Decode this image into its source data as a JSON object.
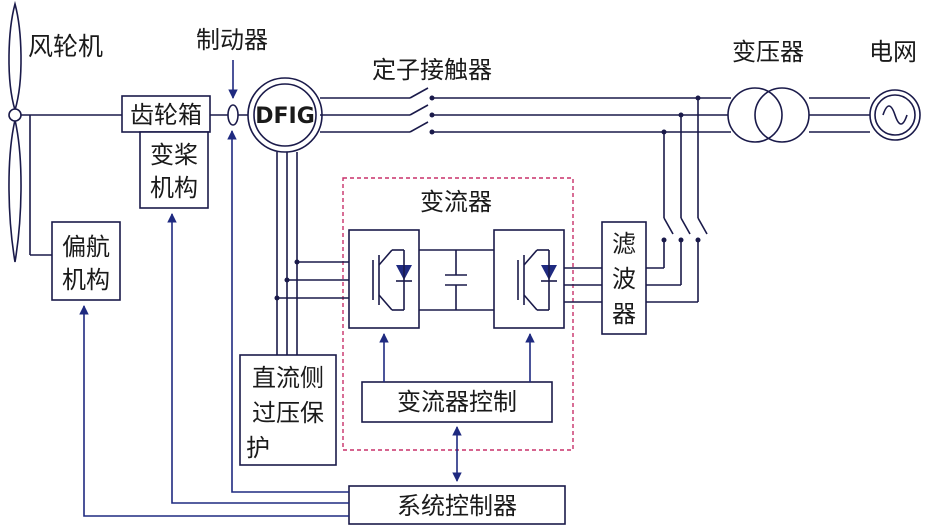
{
  "labels": {
    "wind_turbine": "风轮机",
    "gearbox": "齿轮箱",
    "brake": "制动器",
    "generator": "DFIG",
    "stator_contactor": "定子接触器",
    "transformer": "变压器",
    "grid": "电网",
    "pitch_mechanism_l1": "变桨",
    "pitch_mechanism_l2": "机构",
    "yaw_mechanism_l1": "偏航",
    "yaw_mechanism_l2": "机构",
    "converter": "变流器",
    "filter_l1": "滤",
    "filter_l2": "波",
    "filter_l3": "器",
    "dc_protection_l1": "直流侧",
    "dc_protection_l2": "过压保",
    "dc_protection_l3": "护",
    "converter_control": "变流器控制",
    "system_controller": "系统控制器"
  },
  "colors": {
    "line": "#1a1a4a",
    "arrow": "#1f2a80",
    "converter_boundary": "#c8306a"
  }
}
